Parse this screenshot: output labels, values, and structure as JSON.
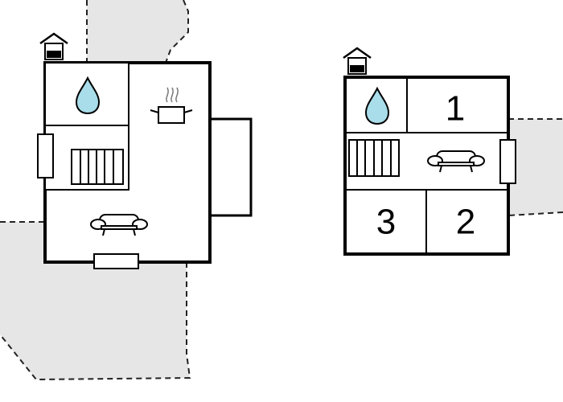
{
  "colors": {
    "wall": "#000000",
    "terrace_fill": "#e6e6e6",
    "terrace_outline": "#222222",
    "water_fill": "#a8dde9",
    "room_fill": "#ffffff"
  },
  "floor_plan_left": {
    "entrance_icon": "house-entrance-icon",
    "rooms": [
      {
        "id": "bathroom",
        "icon": "water-drop-icon"
      },
      {
        "id": "kitchen",
        "icon": "cooking-pot-icon"
      },
      {
        "id": "stairs",
        "icon": "stairs-icon"
      },
      {
        "id": "living-room",
        "icon": "sofa-icon"
      }
    ]
  },
  "floor_plan_right": {
    "entrance_icon": "house-entrance-icon",
    "rooms": [
      {
        "id": "bathroom",
        "icon": "water-drop-icon"
      },
      {
        "id": "bedroom-1",
        "label": "1"
      },
      {
        "id": "stairs",
        "icon": "stairs-icon"
      },
      {
        "id": "living-room",
        "icon": "sofa-icon"
      },
      {
        "id": "bedroom-3",
        "label": "3"
      },
      {
        "id": "bedroom-2",
        "label": "2"
      }
    ]
  }
}
